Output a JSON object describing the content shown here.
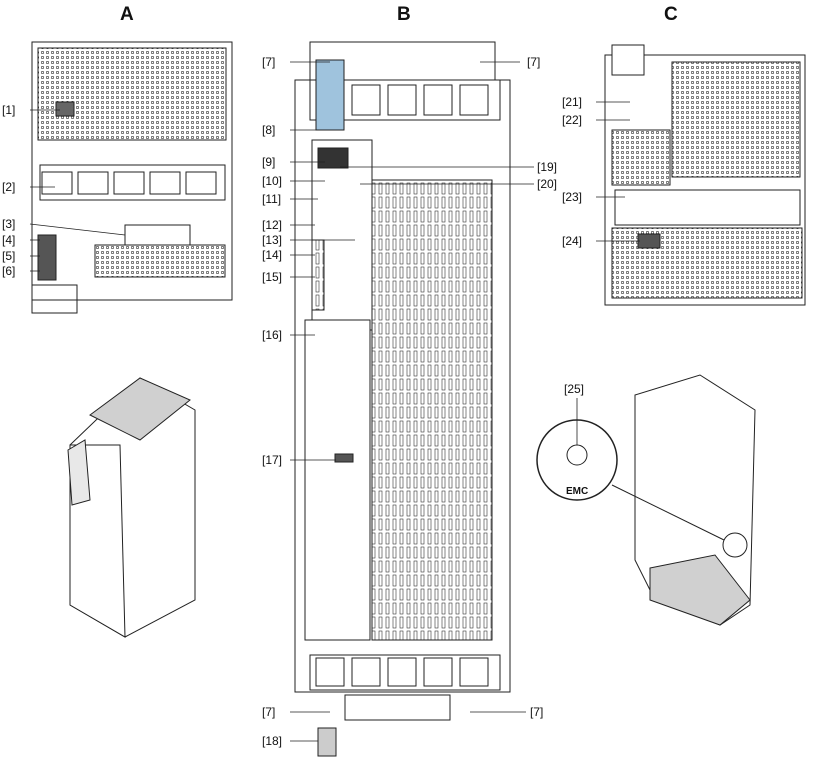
{
  "views": {
    "a": {
      "title": "A",
      "callouts": [
        "[1]",
        "[2]",
        "[3]",
        "[4]",
        "[5]",
        "[6]"
      ]
    },
    "b": {
      "title": "B",
      "callouts": [
        "[7]",
        "[7]",
        "[8]",
        "[9]",
        "[19]",
        "[10]",
        "[20]",
        "[11]",
        "[12]",
        "[13]",
        "[14]",
        "[15]",
        "[16]",
        "[17]",
        "[7]",
        "[7]",
        "[18]"
      ]
    },
    "c": {
      "title": "C",
      "callouts": [
        "[21]",
        "[22]",
        "[23]",
        "[24]",
        "[25]"
      ],
      "emc_label": "EMC"
    }
  },
  "colors": {
    "line": "#222222",
    "shade": "#d0d0d0",
    "accent": "#9fc3dd"
  }
}
